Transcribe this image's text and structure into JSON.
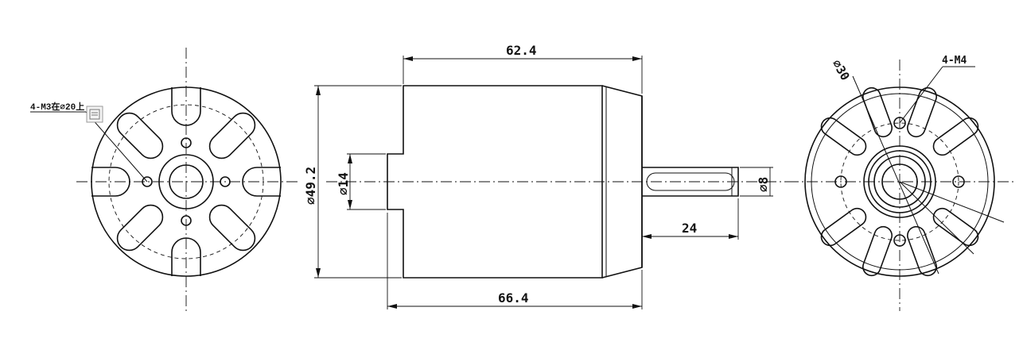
{
  "dimensions": {
    "length_body": "62.4",
    "length_total": "66.4",
    "shaft_length": "24",
    "body_diameter": "⌀49.2",
    "boss_diameter": "⌀14",
    "shaft_diameter": "⌀8",
    "bolt_circle_rear": "⌀30"
  },
  "callouts": {
    "front_holes": "4-M3在⌀20上",
    "rear_holes": "4-M4"
  },
  "colors": {
    "line": "#111111",
    "background": "#ffffff"
  }
}
